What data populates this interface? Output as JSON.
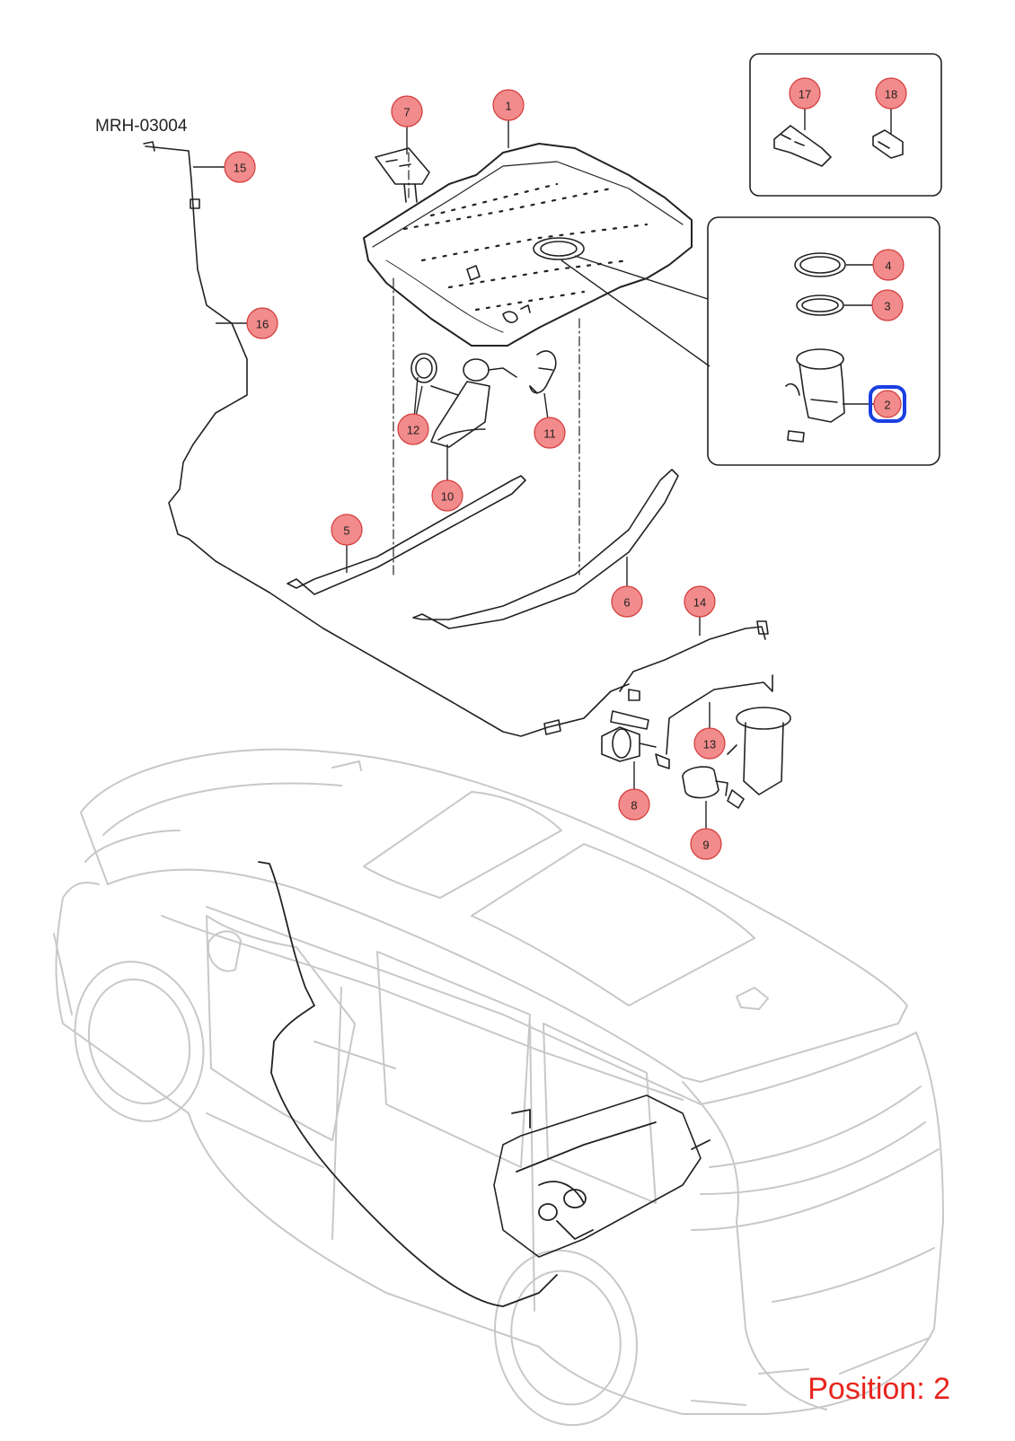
{
  "diagram_code": "MRH-03004",
  "position_label": "Position: 2",
  "selected_callout": "2",
  "colors": {
    "callout_fill": "#f28b8b",
    "callout_stroke": "#d23a3a",
    "selected_outline": "#1a3fe0",
    "position_text": "#e8251f",
    "part_line": "#222222",
    "vehicle_line": "#c8c8c8"
  },
  "callouts": [
    {
      "label": "1",
      "icon": "fuel-tank"
    },
    {
      "label": "2",
      "icon": "fuel-pump-module"
    },
    {
      "label": "3",
      "icon": "tank-seal-gasket"
    },
    {
      "label": "4",
      "icon": "lock-ring"
    },
    {
      "label": "5",
      "icon": "tank-strap"
    },
    {
      "label": "6",
      "icon": "tank-strap"
    },
    {
      "label": "7",
      "icon": "bracket"
    },
    {
      "label": "8",
      "icon": "fuel-filter"
    },
    {
      "label": "9",
      "icon": "fuel-filter"
    },
    {
      "label": "10",
      "icon": "filler-neck"
    },
    {
      "label": "11",
      "icon": "hose"
    },
    {
      "label": "12",
      "icon": "fuel-cap"
    },
    {
      "label": "13",
      "icon": "fuel-line"
    },
    {
      "label": "14",
      "icon": "fuel-line"
    },
    {
      "label": "15",
      "icon": "fuel-line"
    },
    {
      "label": "16",
      "icon": "fuel-line"
    },
    {
      "label": "17",
      "icon": "clip"
    },
    {
      "label": "18",
      "icon": "clip"
    }
  ]
}
